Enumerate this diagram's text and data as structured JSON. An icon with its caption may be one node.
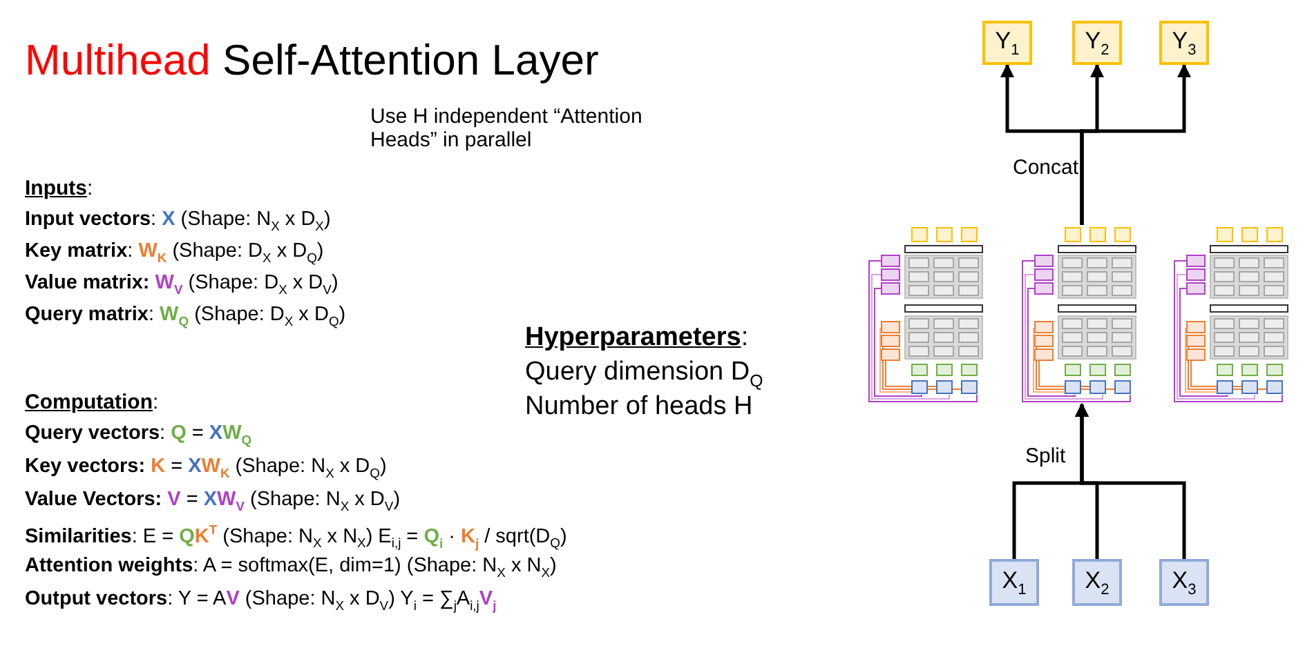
{
  "diagram": {
    "title": "Multihead Self-Attention Layer",
    "nodes": [
      {
        "text": [
          "Y$_{1}$"
        ]
      },
      {
        "text": [
          "Y$_{2}$"
        ]
      },
      {
        "text": [
          "Y$_{3}$"
        ]
      },
      {
        "text": [],
        "shape": "picture"
      },
      {
        "text": [],
        "shape": "picture"
      },
      {
        "text": [],
        "shape": "picture"
      },
      {
        "text": [
          "X$_{1}$"
        ]
      },
      {
        "text": [
          "X$_{2}$"
        ]
      },
      {
        "text": [
          "X$_{3}$"
        ]
      }
    ],
    "edges": [
      {
        "from": 4,
        "to": 0,
        "arrow": "to"
      },
      {
        "from": 4,
        "to": 1,
        "arrow": "to"
      },
      {
        "from": 4,
        "to": 2,
        "arrow": "to"
      },
      {
        "from": 6,
        "to": 4,
        "arrow": "to"
      },
      {
        "from": 7,
        "to": 4,
        "arrow": "to"
      },
      {
        "from": 8,
        "to": 4,
        "arrow": "to"
      }
    ],
    "labels": [
      "Use H independent “Attention Heads” in parallel",
      "Concat",
      "**Inputs**:",
      "**Input vectors**: **X** (Shape: N$_{X}$ x D$_{X}$)",
      "**Key matrix**: **W$_{K}$** (Shape: D$_{X}$ x D$_{Q}$)",
      "**Value matrix:** **W$_{V}$** (Shape: D$_{X}$ x D$_{V}$)",
      "**Query matrix**: **W$_{Q}$** (Shape: D$_{X}$ x D$_{Q}$)",
      "**Hyperparameters**:",
      "Query dimension D$_{Q}$",
      "Number of heads H",
      "**Computation**:",
      "Split",
      "**Query vectors**: **Q** = **X****W$_{Q}$**",
      "**Key vectors:** **K** = **X****W$_{K}$**  (Shape: N$_{X}$ x D$_{Q}$)",
      "**Value Vectors:** **V** = **X****W$_{V}$** (Shape: N$_{X}$ x D$_{V}$)",
      "**Similarities**: E = **Q****K$^{T}$** (Shape: N$_{X}$ x N$_{X}$) E$_{i,j}$ = **Q$_{i}$** · **K$_{j}$** / sqrt(D$_{Q}$)",
      "**Attention weights**: A = softmax(E, dim=1)  (Shape: N$_{X}$ x N$_{X}$)",
      "**Output vectors**: Y = A**V** (Shape: N$_{X}$ x D$_{V}$) Y$_{i}$ = ∑$_{j}$A$_{i,j}$**V$_{j}$**"
    ]
  }
}
